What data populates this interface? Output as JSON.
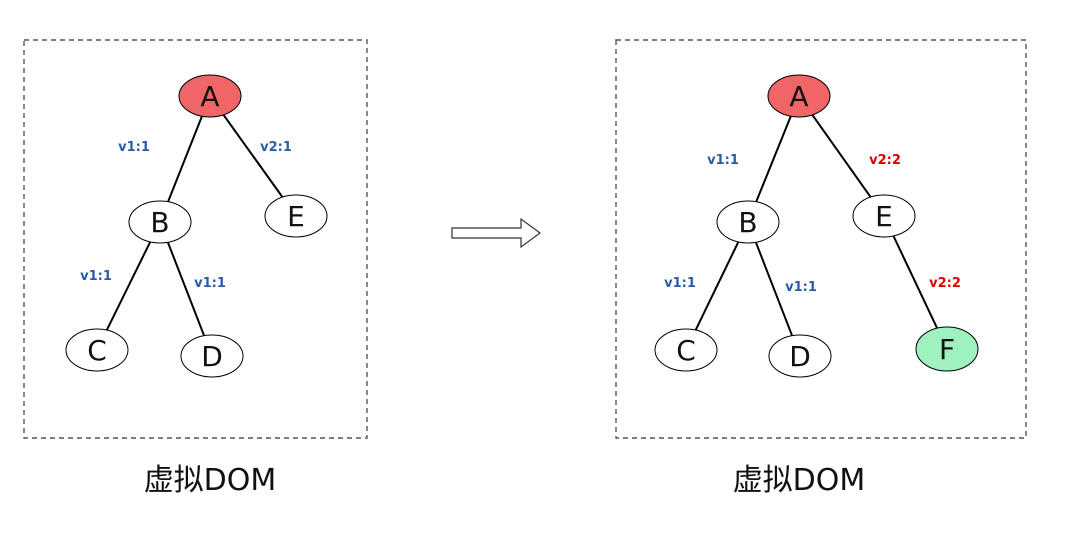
{
  "colors": {
    "node_default_fill": "#ffffff",
    "node_root_fill": "#f06666",
    "node_new_fill": "#9ff2c0",
    "label_unchanged": "#2a5ca8",
    "label_changed": "#dd0000"
  },
  "arrow_icon": "right-arrow-icon",
  "panels": [
    {
      "caption": "虚拟DOM",
      "nodes": [
        {
          "id": "A",
          "label": "A",
          "fill": "#f06666"
        },
        {
          "id": "B",
          "label": "B",
          "fill": "#ffffff"
        },
        {
          "id": "E",
          "label": "E",
          "fill": "#ffffff"
        },
        {
          "id": "C",
          "label": "C",
          "fill": "#ffffff"
        },
        {
          "id": "D",
          "label": "D",
          "fill": "#ffffff"
        }
      ],
      "edges": [
        {
          "from": "A",
          "to": "B",
          "label": "v1:1",
          "color": "#2a5ca8"
        },
        {
          "from": "A",
          "to": "E",
          "label": "v2:1",
          "color": "#2a5ca8"
        },
        {
          "from": "B",
          "to": "C",
          "label": "v1:1",
          "color": "#2a5ca8"
        },
        {
          "from": "B",
          "to": "D",
          "label": "v1:1",
          "color": "#2a5ca8"
        }
      ]
    },
    {
      "caption": "虚拟DOM",
      "nodes": [
        {
          "id": "A",
          "label": "A",
          "fill": "#f06666"
        },
        {
          "id": "B",
          "label": "B",
          "fill": "#ffffff"
        },
        {
          "id": "E",
          "label": "E",
          "fill": "#ffffff"
        },
        {
          "id": "C",
          "label": "C",
          "fill": "#ffffff"
        },
        {
          "id": "D",
          "label": "D",
          "fill": "#ffffff"
        },
        {
          "id": "F",
          "label": "F",
          "fill": "#9ff2c0"
        }
      ],
      "edges": [
        {
          "from": "A",
          "to": "B",
          "label": "v1:1",
          "color": "#2a5ca8"
        },
        {
          "from": "A",
          "to": "E",
          "label": "v2:2",
          "color": "#dd0000"
        },
        {
          "from": "B",
          "to": "C",
          "label": "v1:1",
          "color": "#2a5ca8"
        },
        {
          "from": "B",
          "to": "D",
          "label": "v1:1",
          "color": "#2a5ca8"
        },
        {
          "from": "E",
          "to": "F",
          "label": "v2:2",
          "color": "#dd0000"
        }
      ]
    }
  ]
}
